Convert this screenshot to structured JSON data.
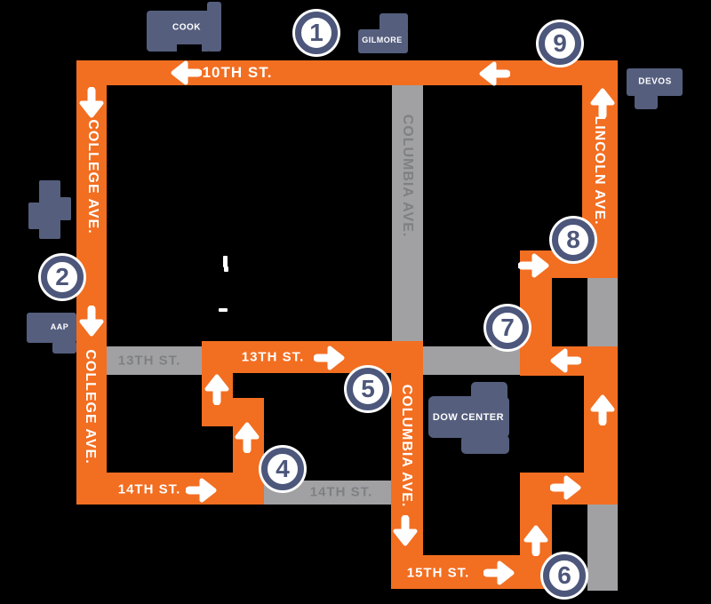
{
  "colors": {
    "background": "#000000",
    "route_orange": "#F26E21",
    "road_gray": "#A1A1A4",
    "road_label_gray": "#7E8083",
    "building_navy": "#555E7D",
    "marker_navy": "#4D577B",
    "white": "#FFFFFF"
  },
  "streets": {
    "tenth": {
      "label": "10TH ST."
    },
    "college_upper": {
      "label": "COLLEGE AVE."
    },
    "college_lower": {
      "label": "COLLEGE AVE."
    },
    "columbia_gray": {
      "label": "COLUMBIA AVE."
    },
    "columbia_route": {
      "label": "COLUMBIA AVE."
    },
    "lincoln": {
      "label": "LINCOLN AVE."
    },
    "thirteenth_gray": {
      "label": "13TH ST."
    },
    "thirteenth_route": {
      "label": "13TH ST."
    },
    "fourteenth_route": {
      "label": "14TH ST."
    },
    "fourteenth_gray": {
      "label": "14TH ST."
    },
    "fifteenth": {
      "label": "15TH ST."
    }
  },
  "buildings": {
    "cook": {
      "label": "COOK"
    },
    "gilmore": {
      "label": "GILMORE"
    },
    "devos": {
      "label": "DEVOS"
    },
    "aap": {
      "label": "AAP"
    },
    "dow_center": {
      "label": "DOW CENTER"
    }
  },
  "markers": {
    "m1": "1",
    "m2": "2",
    "m4": "4",
    "m5": "5",
    "m6": "6",
    "m7": "7",
    "m8": "8",
    "m9": "9"
  },
  "route_arrows": [
    {
      "street": "10th-st-west",
      "direction": "left"
    },
    {
      "street": "10th-st-east",
      "direction": "left"
    },
    {
      "street": "college-ave-top",
      "direction": "down"
    },
    {
      "street": "college-ave-mid",
      "direction": "down"
    },
    {
      "street": "lincoln-ave-top",
      "direction": "up"
    },
    {
      "street": "loop-connector",
      "direction": "right"
    },
    {
      "street": "13th-st-east",
      "direction": "left"
    },
    {
      "street": "lincoln-ave-lower",
      "direction": "up"
    },
    {
      "street": "14th-st-east",
      "direction": "right"
    },
    {
      "street": "15th-to-14th-leg",
      "direction": "up"
    },
    {
      "street": "15th-st",
      "direction": "right"
    },
    {
      "street": "columbia-ave",
      "direction": "down"
    },
    {
      "street": "13th-st-mid",
      "direction": "right"
    },
    {
      "street": "14th-to-13th-leg-a",
      "direction": "up"
    },
    {
      "street": "14th-to-13th-leg-b",
      "direction": "up"
    },
    {
      "street": "14th-st-west",
      "direction": "right"
    }
  ]
}
